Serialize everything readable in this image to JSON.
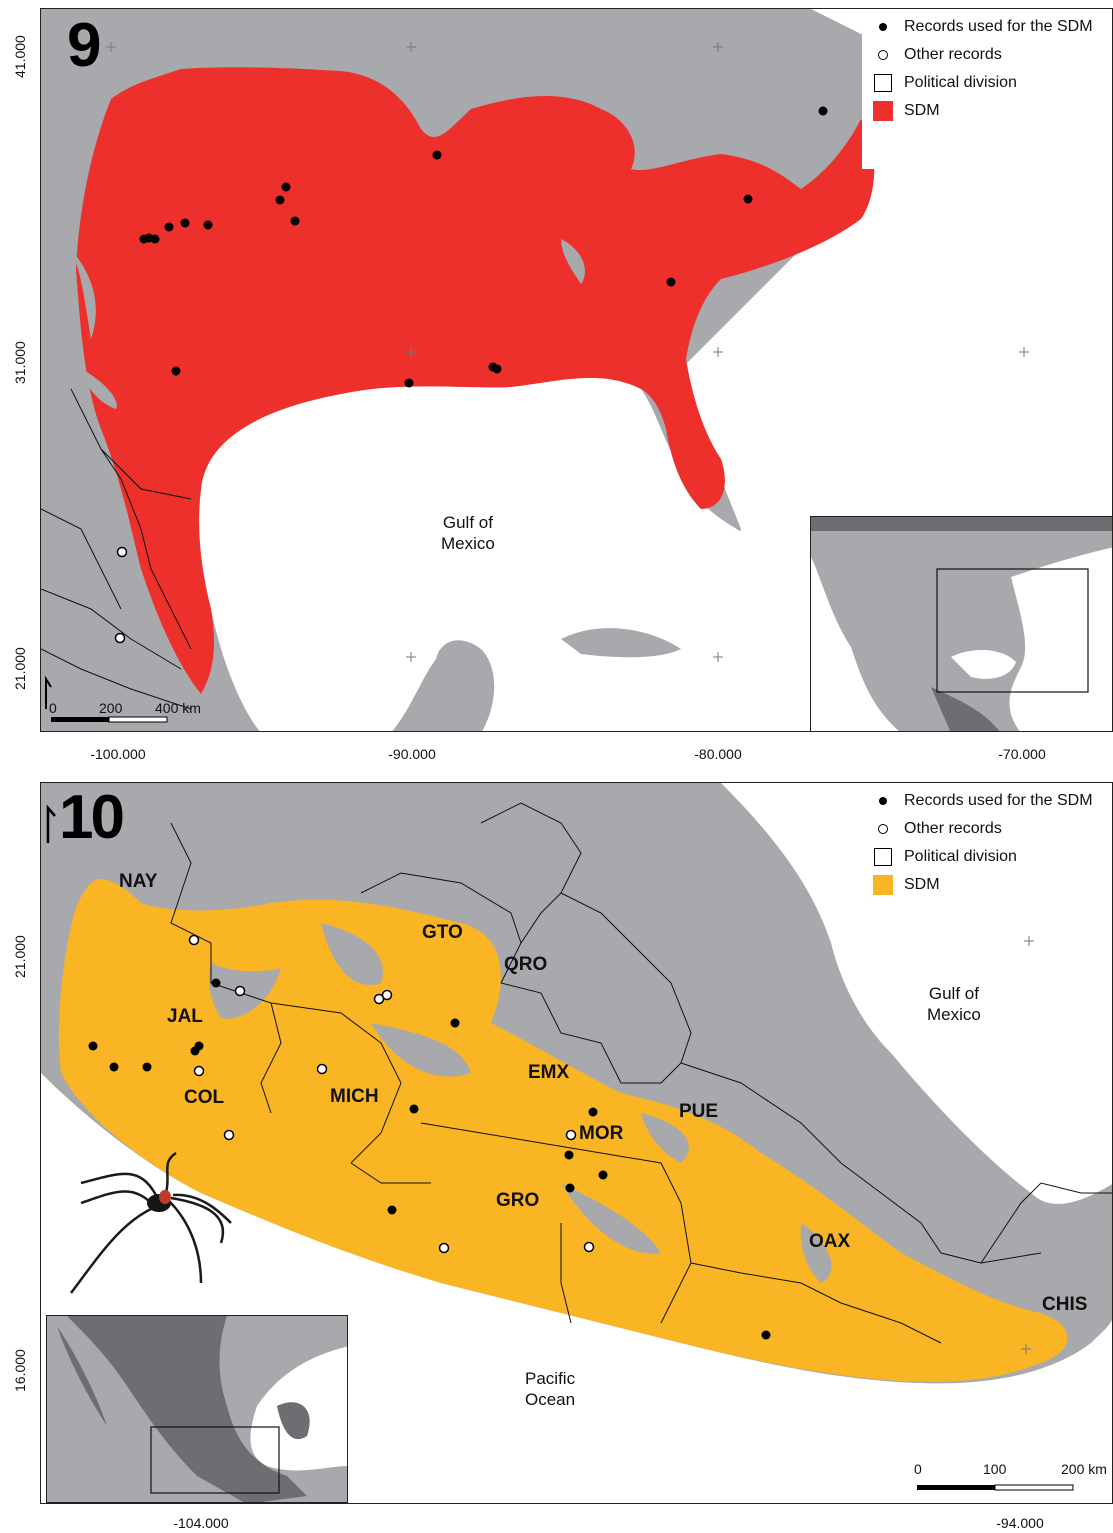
{
  "figure9": {
    "number": "9",
    "legend": {
      "records_sdm": "Records used for the SDM",
      "other_records": "Other records",
      "political_division": "Political division",
      "sdm": "SDM",
      "sdm_color": "#ee302d"
    },
    "gulf_label": [
      "Gulf of",
      "Mexico"
    ],
    "scale": {
      "zero": "0",
      "mid": "200",
      "end": "400 km"
    },
    "x_ticks": [
      "-100.000",
      "-90.000",
      "-80.000",
      "-70.000"
    ],
    "y_ticks": [
      "41.000",
      "31.000",
      "21.000"
    ]
  },
  "figure10": {
    "number": "10",
    "legend": {
      "records_sdm": "Records used for the SDM",
      "other_records": "Other records",
      "political_division": "Political division",
      "sdm": "SDM",
      "sdm_color": "#f9b523"
    },
    "gulf_label": [
      "Gulf of",
      "Mexico"
    ],
    "ocean_label": [
      "Pacific",
      "Ocean"
    ],
    "states": [
      "NAY",
      "GTO",
      "QRO",
      "JAL",
      "EMX",
      "COL",
      "MICH",
      "PUE",
      "MOR",
      "GRO",
      "OAX",
      "CHIS"
    ],
    "scale": {
      "zero": "0",
      "mid": "100",
      "end": "200 km"
    },
    "x_ticks": [
      "-104.000",
      "-94.000"
    ],
    "y_ticks": [
      "21.000",
      "16.000"
    ]
  },
  "colors": {
    "land": "#a7a9ac",
    "water": "#ffffff",
    "dark_land": "#6d6e71"
  }
}
